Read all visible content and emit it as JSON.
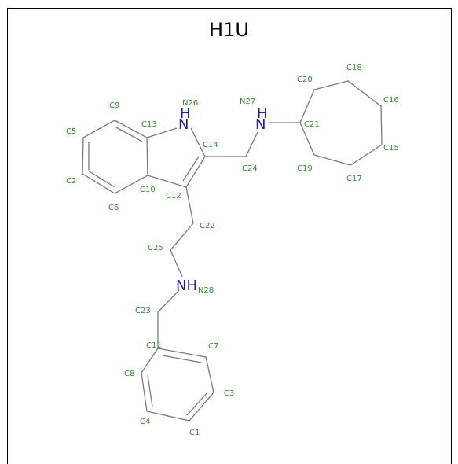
{
  "title": "H1U",
  "colors": {
    "carbon_bond": "#7a7a7a",
    "nitrogen": "#1a1acc",
    "label": "#2e8b2e"
  },
  "atoms": [
    {
      "id": "C1"
    },
    {
      "id": "C3"
    },
    {
      "id": "C4"
    },
    {
      "id": "C8"
    },
    {
      "id": "C11"
    },
    {
      "id": "C7"
    },
    {
      "id": "C23"
    },
    {
      "id": "N28"
    },
    {
      "id": "C25"
    },
    {
      "id": "C22"
    },
    {
      "id": "C12"
    },
    {
      "id": "C14"
    },
    {
      "id": "N26"
    },
    {
      "id": "C13"
    },
    {
      "id": "C10"
    },
    {
      "id": "C9"
    },
    {
      "id": "C5"
    },
    {
      "id": "C2"
    },
    {
      "id": "C6"
    },
    {
      "id": "C24"
    },
    {
      "id": "N27"
    },
    {
      "id": "C21"
    },
    {
      "id": "C20"
    },
    {
      "id": "C18"
    },
    {
      "id": "C16"
    },
    {
      "id": "C15"
    },
    {
      "id": "C17"
    },
    {
      "id": "C19"
    }
  ],
  "nitrogen_symbols": [
    "H",
    "N",
    "N",
    "H",
    "NH"
  ]
}
